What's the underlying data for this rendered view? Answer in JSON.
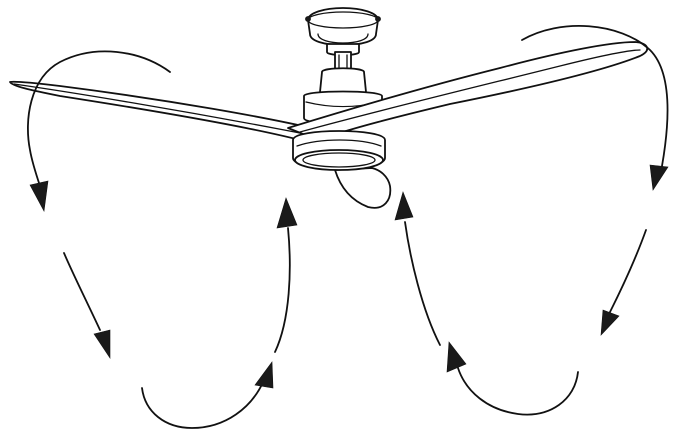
{
  "diagram": {
    "subject": "ceiling-fan",
    "blade_count": 3,
    "has_light_kit": true,
    "airflow": {
      "pattern": "downdraft-circulation",
      "loops": 2,
      "arrow_count": 8
    },
    "colors": {
      "line": "#111111",
      "arrowhead": "#1a1a1a",
      "background": "#ffffff"
    }
  }
}
